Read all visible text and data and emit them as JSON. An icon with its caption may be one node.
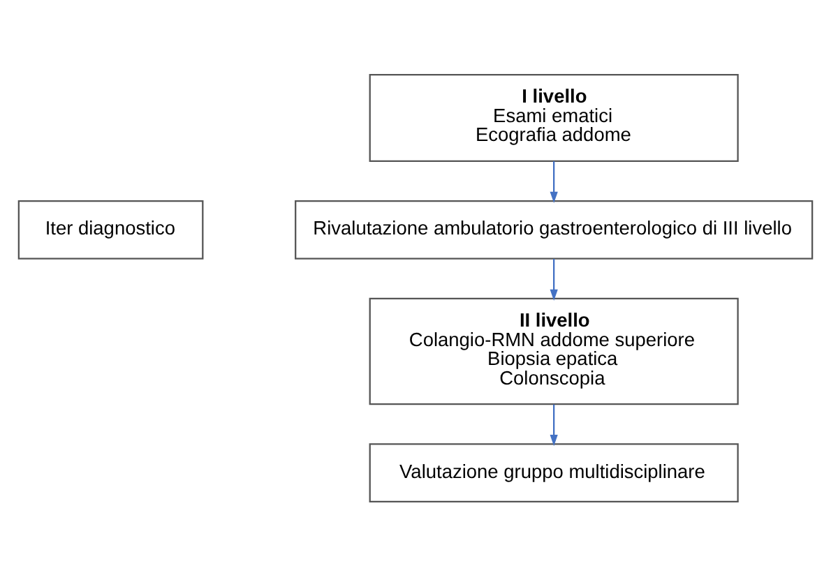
{
  "diagram": {
    "nodes": [
      {
        "text": [
          "Iter diagnostico"
        ]
      },
      {
        "text": [
          "**I livello**",
          "Esami ematici",
          "Ecografia addome"
        ]
      },
      {
        "text": [
          "Rivalutazione ambulatorio gastroenterologico di III livello"
        ]
      },
      {
        "text": [
          "**II livello**",
          "Colangio-RMN addome superiore",
          "Biopsia epatica",
          "Colonscopia"
        ]
      },
      {
        "text": [
          "Valutazione gruppo multidisciplinare"
        ]
      }
    ],
    "edges": [
      {
        "from": 1,
        "to": 2,
        "arrow": "to"
      },
      {
        "from": 2,
        "to": 3,
        "arrow": "to"
      },
      {
        "from": 3,
        "to": 4,
        "arrow": "to"
      }
    ]
  }
}
